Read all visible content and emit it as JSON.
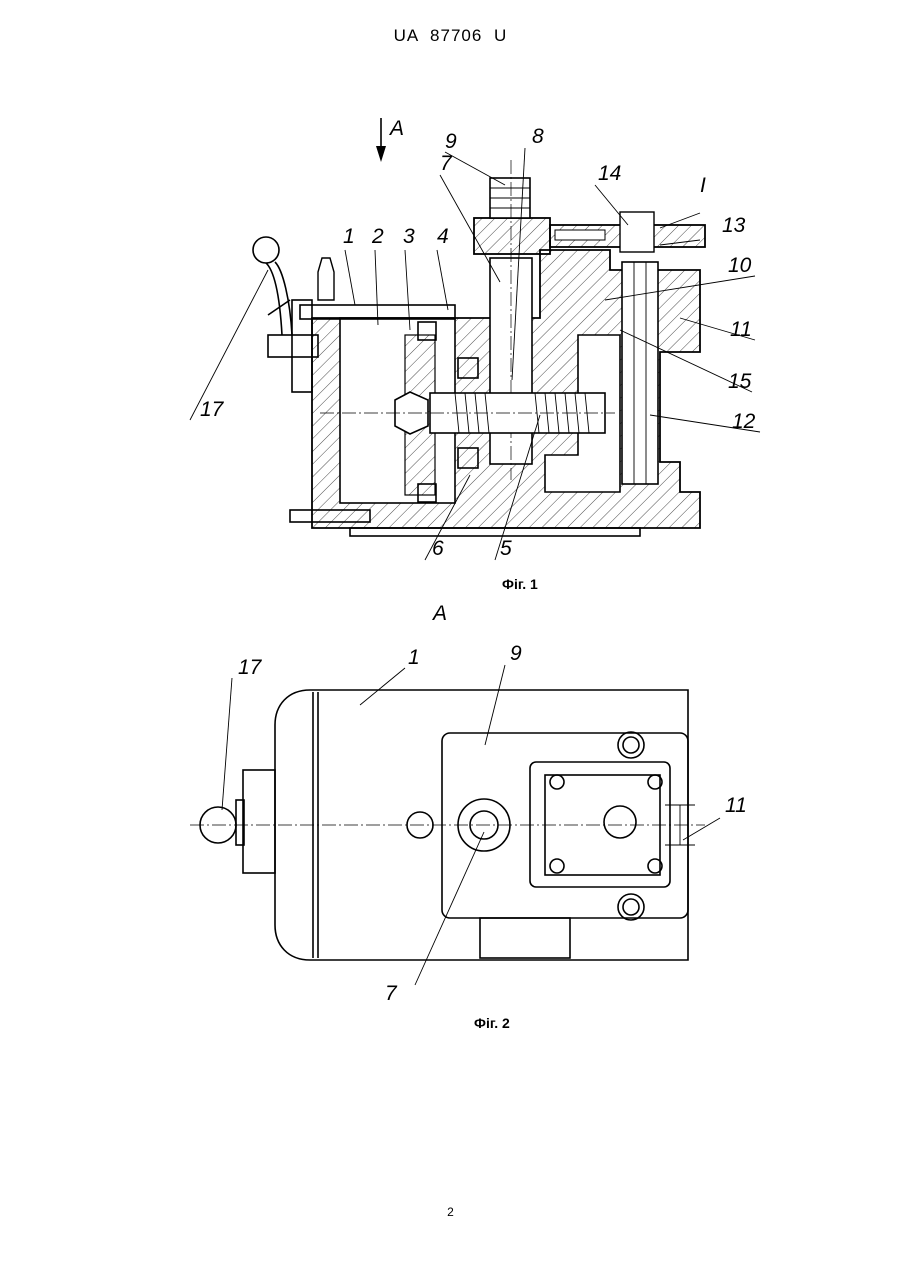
{
  "header": {
    "doc_number": "UA 87706 U"
  },
  "figure1": {
    "caption": "Фіг. 1",
    "view_arrow": "А",
    "labels": [
      "1",
      "2",
      "3",
      "4",
      "5",
      "6",
      "7",
      "8",
      "9",
      "10",
      "11",
      "12",
      "13",
      "14",
      "15",
      "17",
      "I"
    ]
  },
  "figure2": {
    "caption": "Фіг. 2",
    "view_title": "А",
    "labels": [
      "1",
      "7",
      "9",
      "11",
      "17"
    ]
  },
  "page_number": "2"
}
